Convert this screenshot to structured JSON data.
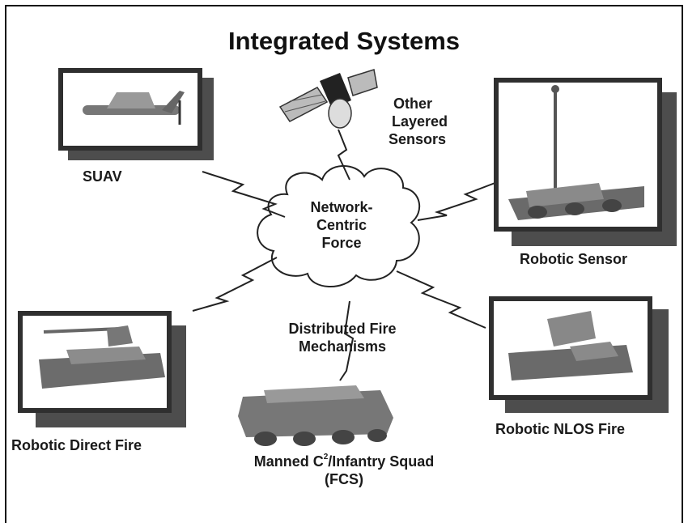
{
  "title": "Integrated Systems",
  "center_node": {
    "line1": "Network-",
    "line2": "Centric",
    "line3": "Force"
  },
  "nodes": {
    "suav": "SUAV",
    "other_sensors": {
      "line1": "Other",
      "line2": "Layered",
      "line3": "Sensors"
    },
    "robotic_sensor": "Robotic Sensor",
    "robotic_nlos_fire": "Robotic NLOS Fire",
    "robotic_direct_fire": "Robotic Direct Fire",
    "manned_squad": {
      "line1_pre": "Manned C",
      "line1_sup": "2",
      "line1_post": "/Infantry Squad",
      "line2": "(FCS)"
    },
    "distributed_fire": {
      "line1": "Distributed Fire",
      "line2": "Mechanisms"
    }
  },
  "colors": {
    "frame": "#2f2f2f",
    "shadow": "#4d4d4d",
    "text": "#1a1a1a"
  }
}
